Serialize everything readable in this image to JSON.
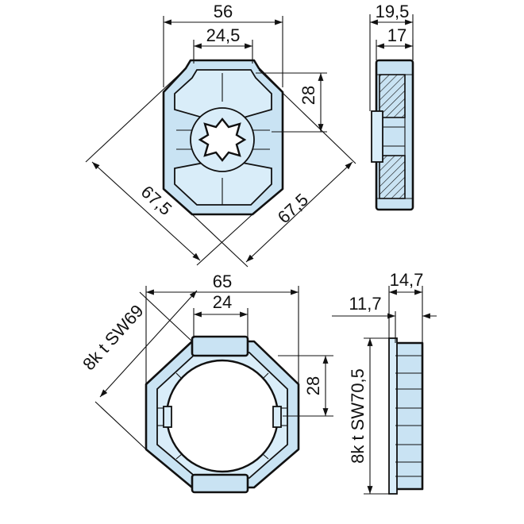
{
  "dimensions": {
    "top_front": {
      "width": "56",
      "slot": "24,5",
      "height": "28",
      "diag_left": "67,5",
      "diag_right": "67,5"
    },
    "top_side": {
      "outer": "19,5",
      "inner": "17"
    },
    "bottom_front": {
      "width": "65",
      "slot": "24",
      "height": "28",
      "across": "8k t SW69"
    },
    "bottom_side": {
      "outer": "14,7",
      "inner": "11,7",
      "across": "8k t SW70,5"
    }
  },
  "colors": {
    "part_fill": "#c9e3f3",
    "line": "#111111"
  }
}
